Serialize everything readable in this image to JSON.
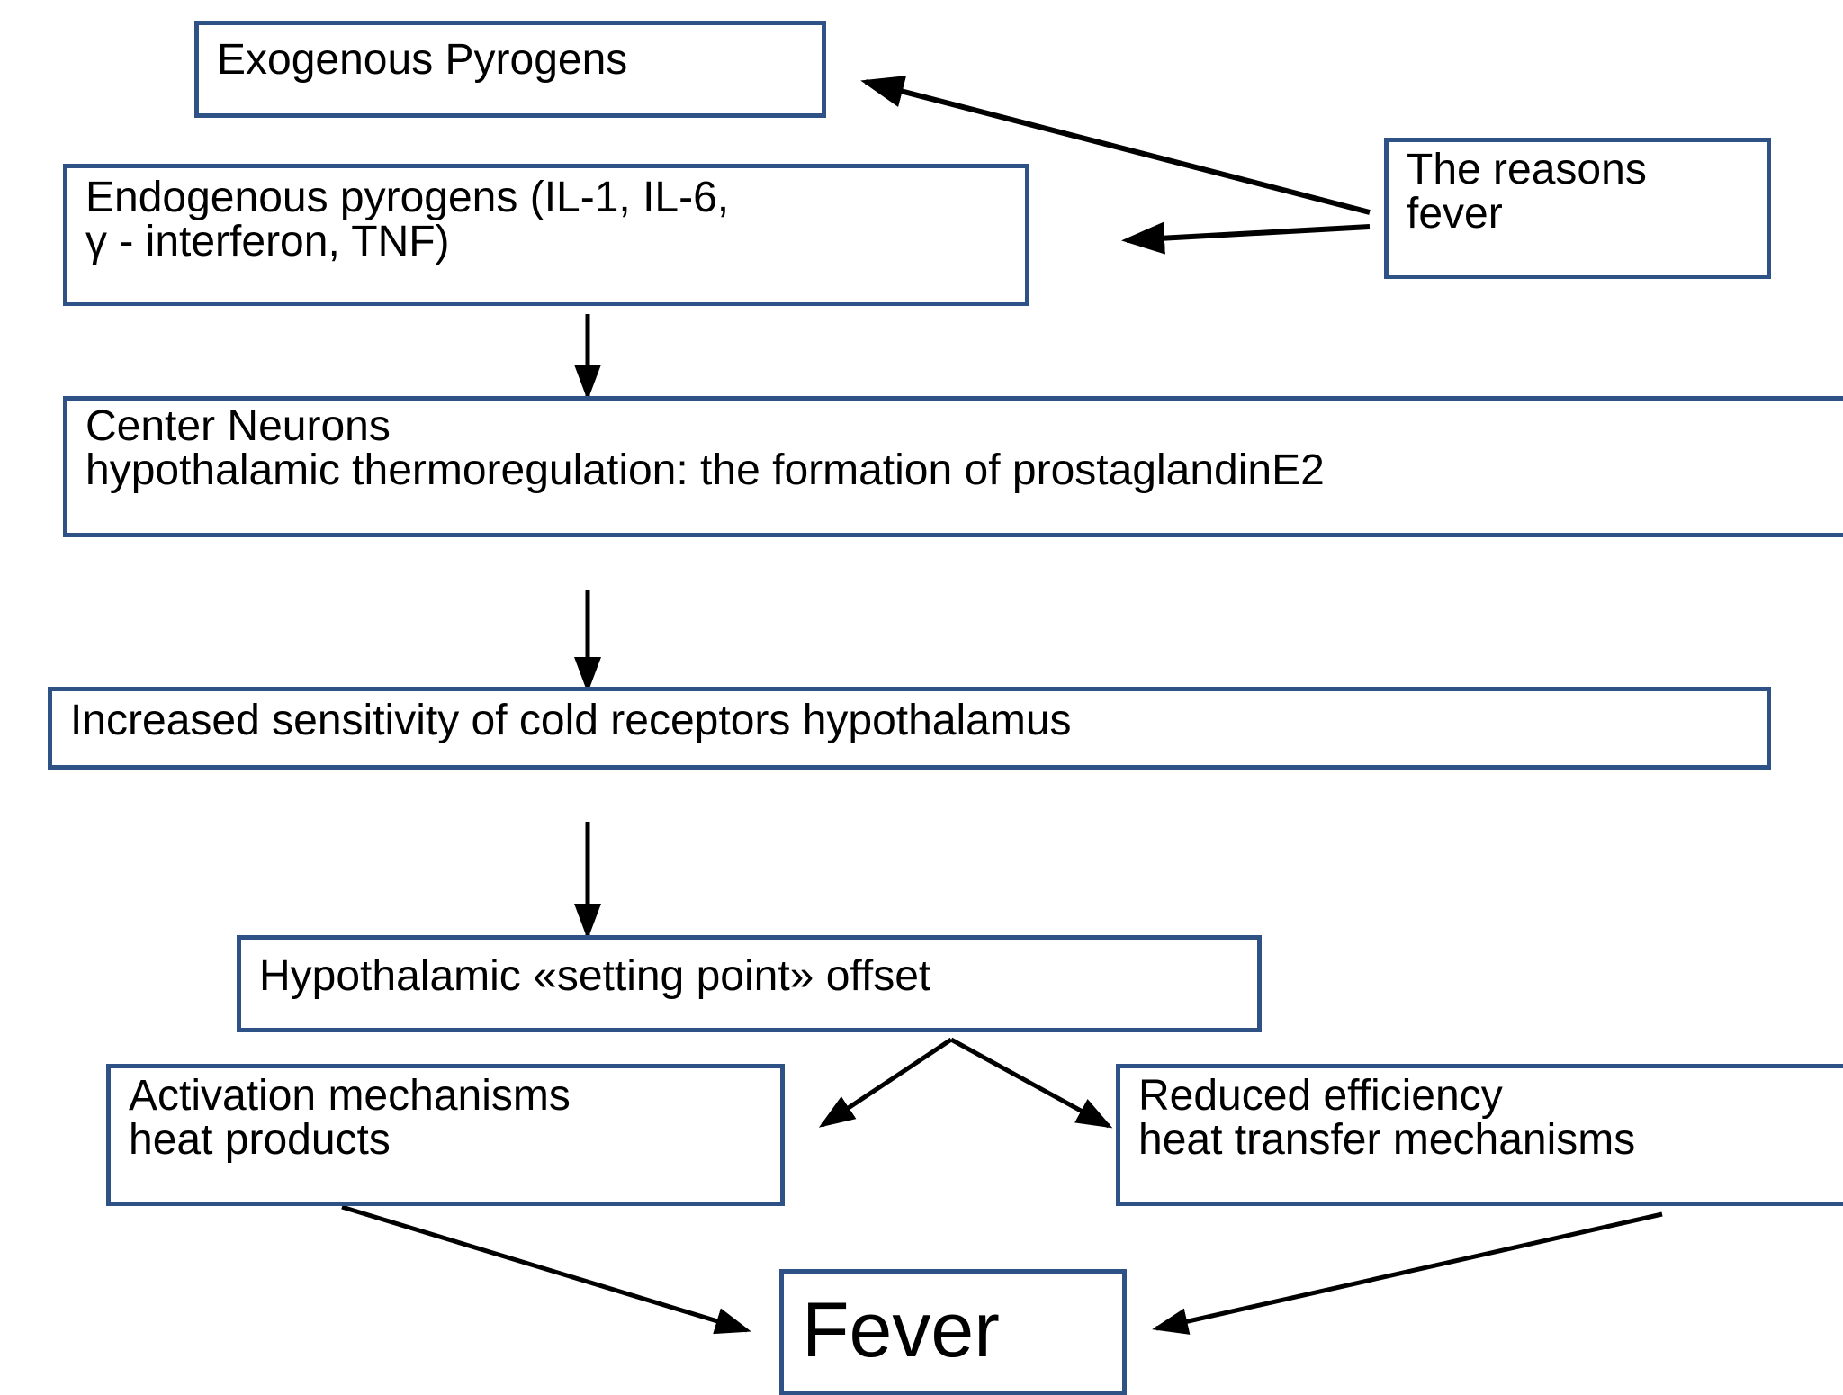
{
  "boxes": {
    "exogenous": {
      "lines": [
        "Exogenous Pyrogens"
      ]
    },
    "endogenous": {
      "lines": [
        "Endogenous pyrogens (IL-1, IL-6,",
        "γ - interferon, TNF)"
      ]
    },
    "reasons": {
      "lines": [
        "The reasons",
        "fever"
      ]
    },
    "center_neurons": {
      "lines": [
        "Center Neurons",
        "hypothalamic thermoregulation: the formation of prostaglandinE2"
      ]
    },
    "cold_receptors": {
      "lines": [
        "Increased sensitivity of cold receptors hypothalamus"
      ]
    },
    "setting_point": {
      "lines": [
        "Hypothalamic «setting point» offset"
      ]
    },
    "activation": {
      "lines": [
        "Activation mechanisms",
        "heat products"
      ]
    },
    "reduced": {
      "lines": [
        "Reduced efficiency",
        "heat transfer mechanisms"
      ]
    },
    "fever": {
      "lines": [
        "Fever"
      ]
    }
  },
  "colors": {
    "box_border": "#2e5286",
    "arrow": "#000000",
    "text": "#000000"
  }
}
